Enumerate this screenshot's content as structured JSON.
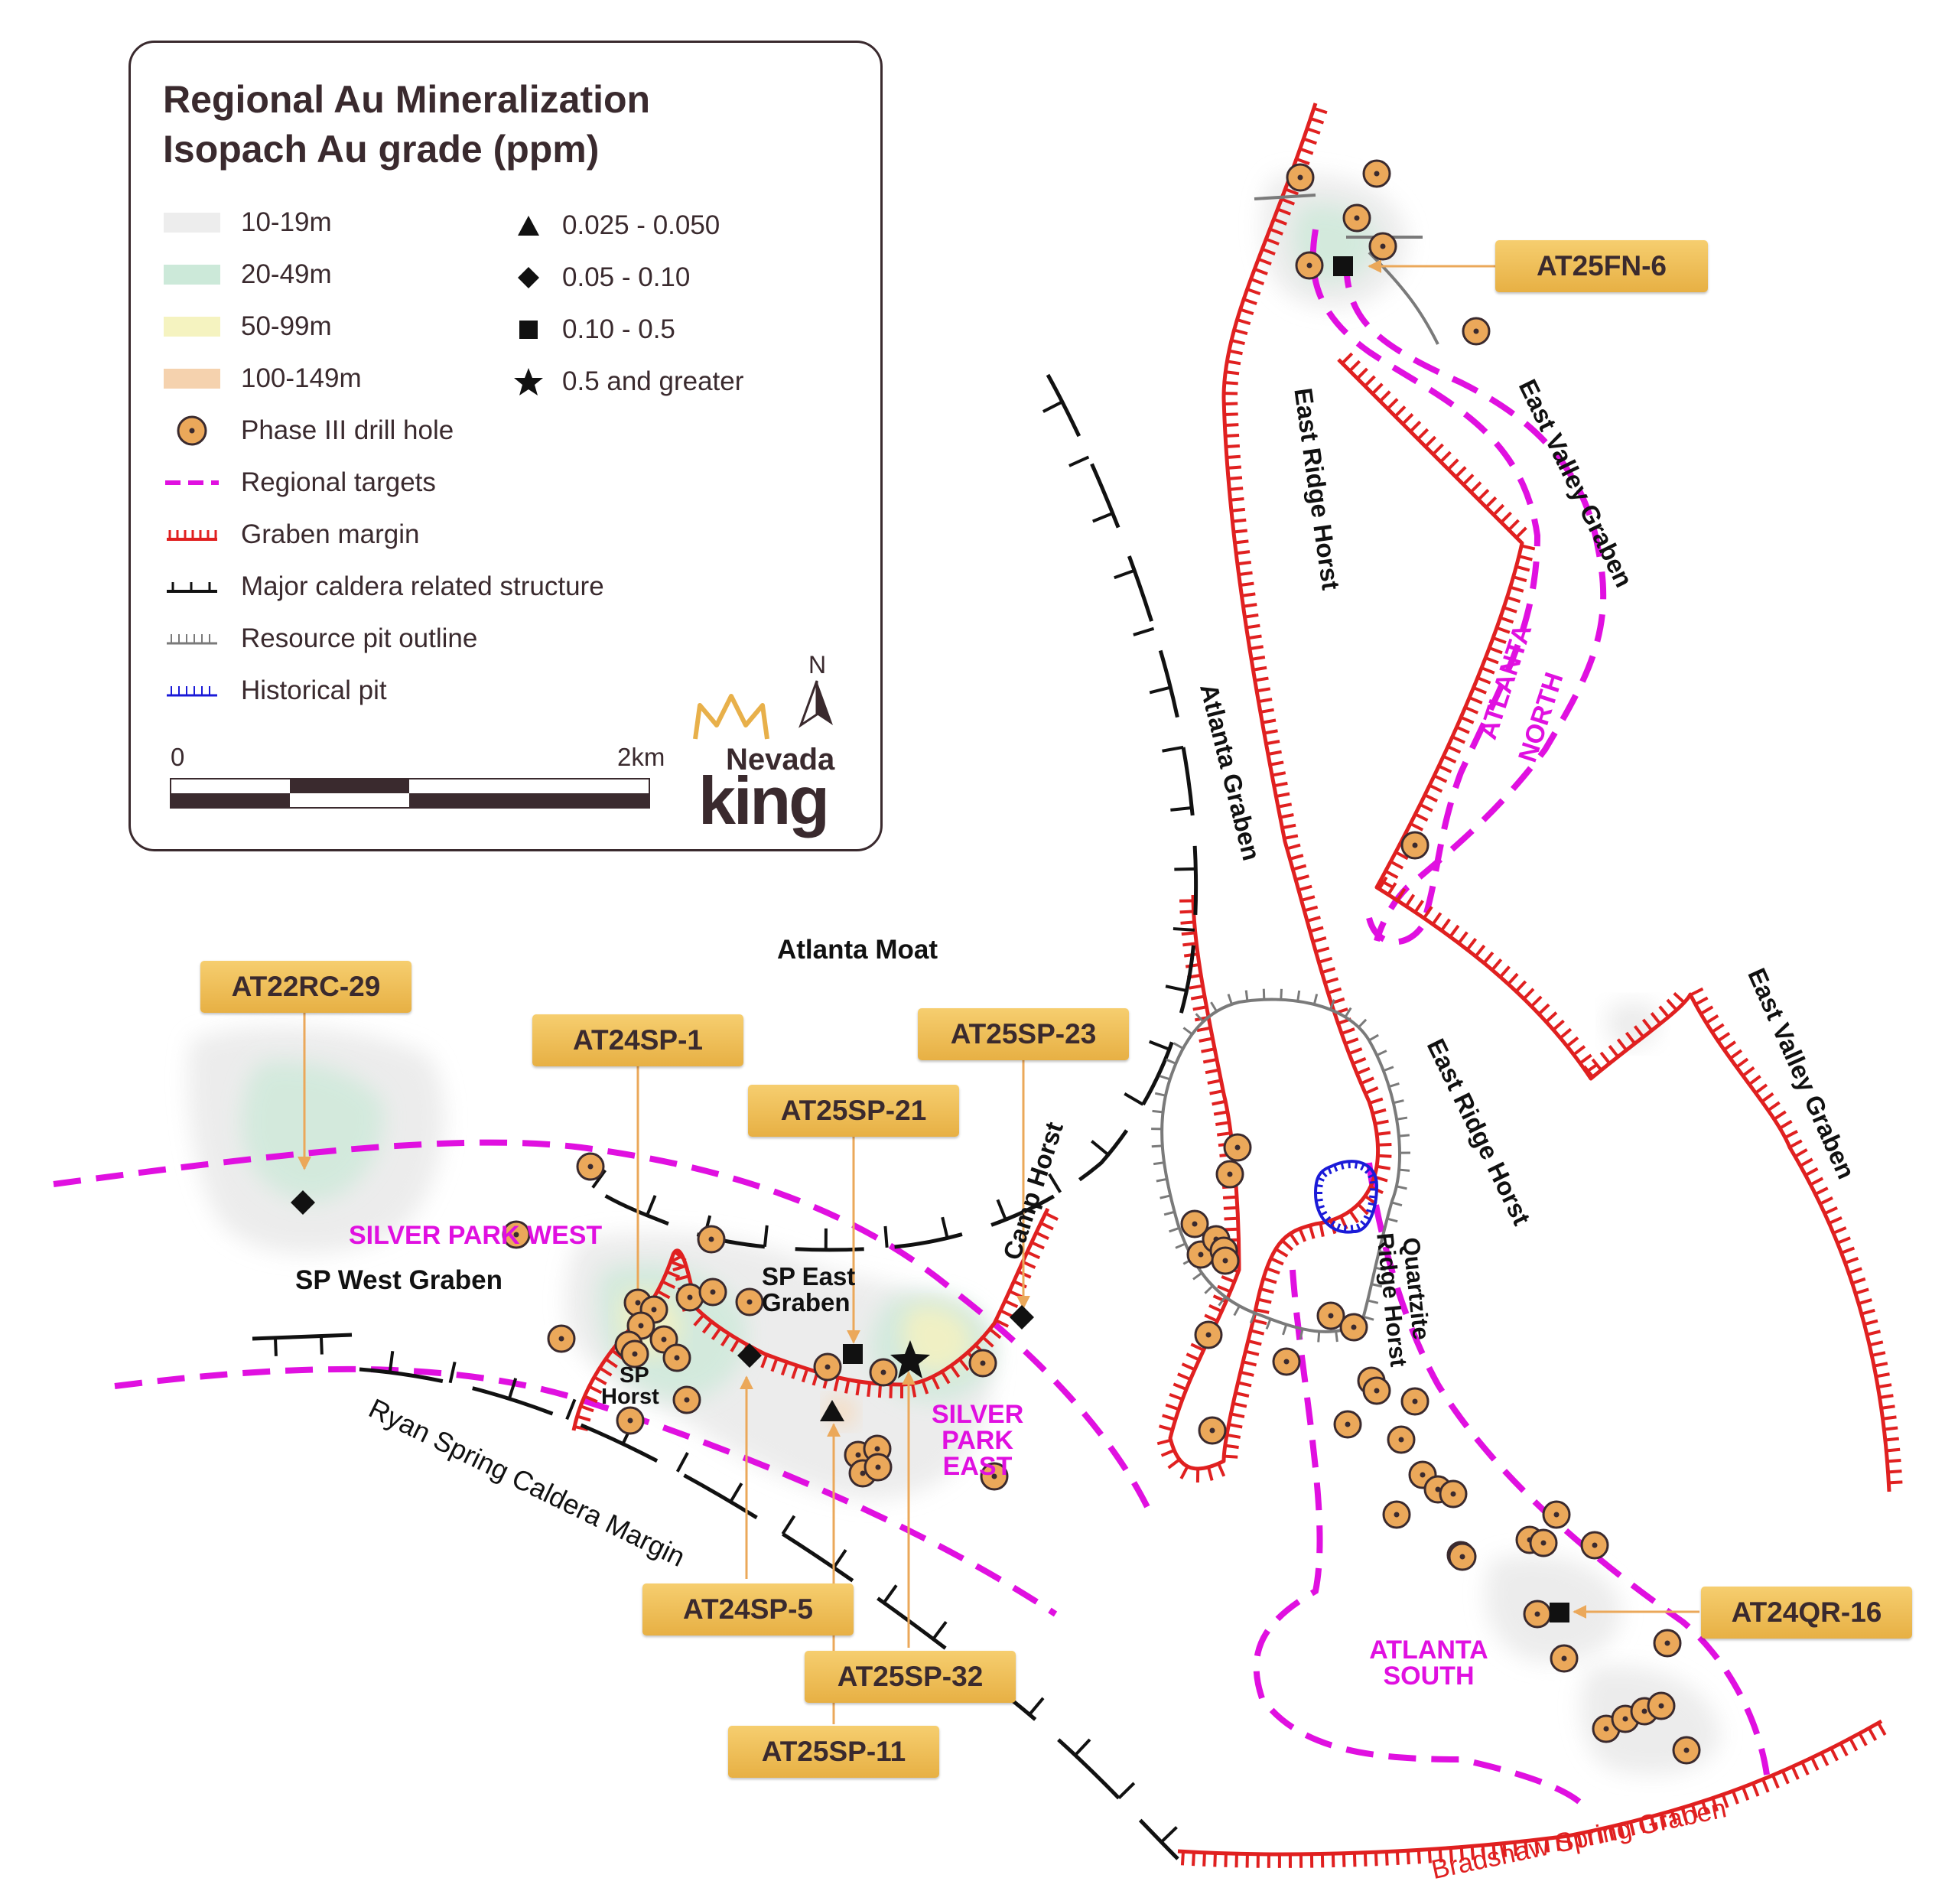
{
  "legend": {
    "title_line1": "Regional Au Mineralization",
    "title_line2": "Isopach Au grade (ppm)",
    "thickness_items": [
      {
        "label": "10-19m",
        "color": "#e6e6e6"
      },
      {
        "label": "20-49m",
        "color": "#bfe3cf"
      },
      {
        "label": "50-99m",
        "color": "#f3f0b0"
      },
      {
        "label": "100-149m",
        "color": "#f2c79a"
      }
    ],
    "grade_items": [
      {
        "label": "0.025 - 0.050",
        "icon": "triangle-icon"
      },
      {
        "label": "0.05 - 0.10",
        "icon": "diamond-icon"
      },
      {
        "label": "0.10 - 0.5",
        "icon": "square-icon"
      },
      {
        "label": "0.5 and greater",
        "icon": "star-icon"
      }
    ],
    "line_items": [
      {
        "label": "Phase III drill hole",
        "icon": "drill-hole-icon"
      },
      {
        "label": "Regional targets",
        "icon": "dashed-magenta-line"
      },
      {
        "label": "Graben margin",
        "icon": "red-hatched-line"
      },
      {
        "label": "Major caldera related structure",
        "icon": "black-hatched-line"
      },
      {
        "label": "Resource pit outline",
        "icon": "grey-hatched-line"
      },
      {
        "label": "Historical pit",
        "icon": "blue-hatched-line"
      }
    ],
    "scale_start": "0",
    "scale_end": "2km",
    "north_label": "N",
    "logo_line1": "Nevada",
    "logo_line2": "king"
  },
  "callouts": {
    "at25fn6": "AT25FN-6",
    "at22rc29": "AT22RC-29",
    "at24sp1": "AT24SP-1",
    "at25sp23": "AT25SP-23",
    "at25sp21": "AT25SP-21",
    "at24sp5": "AT24SP-5",
    "at25sp32": "AT25SP-32",
    "at25sp11": "AT25SP-11",
    "at24qr16": "AT24QR-16"
  },
  "labels": {
    "atlanta_moat": "Atlanta Moat",
    "sp_west_graben": "SP West Graben",
    "sp_east_graben_1": "SP East",
    "sp_east_graben_2": "Graben",
    "sp_horst_1": "SP",
    "sp_horst_2": "Horst",
    "camp_horst": "Camp Horst",
    "quartzite_1": "Quartzite",
    "quartzite_2": "Ridge Horst",
    "east_ridge_horst_upper": "East Ridge Horst",
    "east_ridge_horst_lower": "East Ridge Horst",
    "east_valley_graben_upper": "East Valley Graben",
    "east_valley_graben_lower": "East Valley Graben",
    "atlanta_graben": "Atlanta Graben",
    "ryan_spring": "Ryan Spring Caldera Margin",
    "bradshaw_spring": "Bradshaw Spring Graben"
  },
  "targets": {
    "silver_park_west": "SILVER PARK WEST",
    "silver_park_east_1": "SILVER",
    "silver_park_east_2": "PARK",
    "silver_park_east_3": "EAST",
    "atlanta_north_1": "ATLANTA",
    "atlanta_north_2": "NORTH",
    "atlanta_south_1": "ATLANTA",
    "atlanta_south_2": "SOUTH"
  },
  "colors": {
    "graben": "#e02020",
    "target": "#e010e0",
    "caldera": "#111111",
    "pit": "#7a7a7a",
    "historical_pit": "#1a1ad8",
    "drill_fill": "#eba85a",
    "callout_line": "#eba85a"
  }
}
